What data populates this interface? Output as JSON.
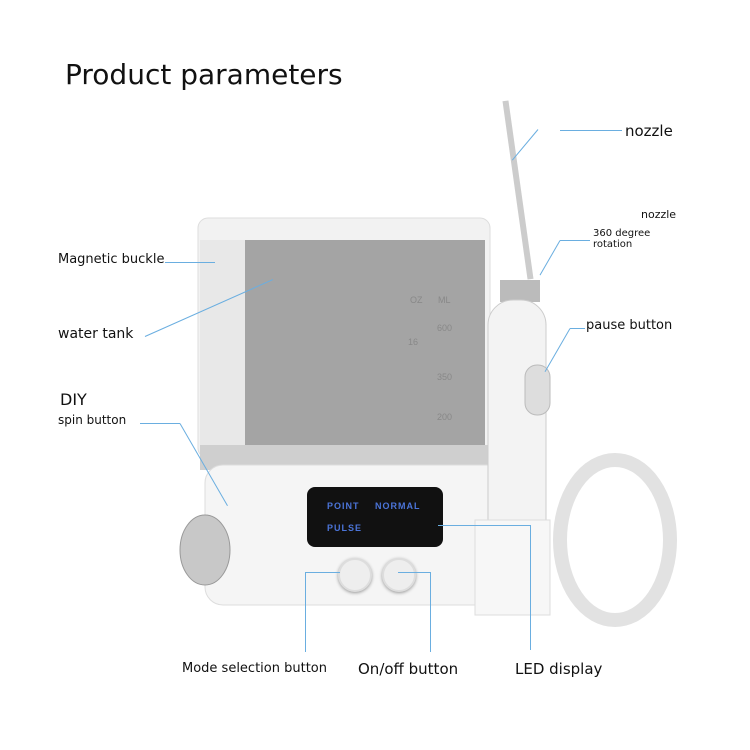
{
  "title": "Product parameters",
  "labels": {
    "nozzle_top": "nozzle",
    "nozzle_rotation_title": "nozzle",
    "nozzle_rotation_detail_1": "360 degree",
    "nozzle_rotation_detail_2": "rotation",
    "magnetic_buckle": "Magnetic buckle",
    "water_tank": "water tank",
    "pause_button": "pause button",
    "diy": "DIY",
    "spin_button": "spin button",
    "mode_selection_button": "Mode selection button",
    "on_off_button": "On/off button",
    "led_display": "LED display"
  },
  "tank_markings": {
    "oz": "OZ",
    "ml": "ML",
    "m600": "600",
    "m16": "16",
    "m350": "350",
    "m200": "200"
  },
  "display": {
    "row1_a": "POINT",
    "row1_b": "NORMAL",
    "row2": "PULSE"
  },
  "colors": {
    "callout_line": "#6aaee0",
    "display_text": "#4b74d8"
  }
}
